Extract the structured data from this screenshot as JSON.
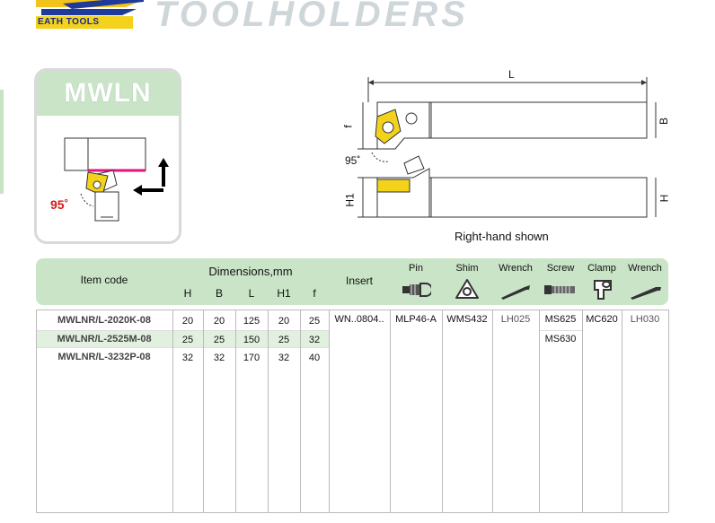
{
  "header": {
    "logo_text": "EATH TOOLS",
    "title": "TOOLHOLDERS"
  },
  "card": {
    "model": "MWLN",
    "angle": "95˚"
  },
  "drawing": {
    "dim_L": "L",
    "dim_B": "B",
    "dim_f": "f",
    "dim_H": "H",
    "dim_H1": "H1",
    "angle": "95˚",
    "caption": "Right-hand shown"
  },
  "table": {
    "item_code_header": "Item code",
    "dimensions_header": "Dimensions,mm",
    "dim_columns": [
      "H",
      "B",
      "L",
      "H1",
      "f"
    ],
    "insert_header": "Insert",
    "parts_headers": [
      "Pin",
      "Shim",
      "Wrench",
      "Screw",
      "Clamp",
      "Wrench"
    ],
    "part_icons": [
      "pin-icon",
      "shim-icon",
      "wrench-icon",
      "screw-icon",
      "clamp-icon",
      "hex-wrench-icon"
    ],
    "rows": [
      {
        "code": "MWLNR/L-2020K-08",
        "dims": [
          "20",
          "20",
          "125",
          "20",
          "25"
        ]
      },
      {
        "code": "MWLNR/L-2525M-08",
        "dims": [
          "25",
          "25",
          "150",
          "25",
          "32"
        ]
      },
      {
        "code": "MWLNR/L-3232P-08",
        "dims": [
          "32",
          "32",
          "170",
          "32",
          "40"
        ]
      }
    ],
    "parts": {
      "insert": "WN..0804..",
      "pin": "MLP46-A",
      "shim": "WMS432",
      "wrench": "LH025",
      "screw_1": "MS625",
      "screw_2": "MS630",
      "clamp": "MC620",
      "wrench2": "LH030"
    }
  },
  "colors": {
    "header_green": "#c9e4c6",
    "insert_yellow": "#f2d21b",
    "accent_red": "#d71a1a",
    "magenta_edge": "#e0147a"
  }
}
